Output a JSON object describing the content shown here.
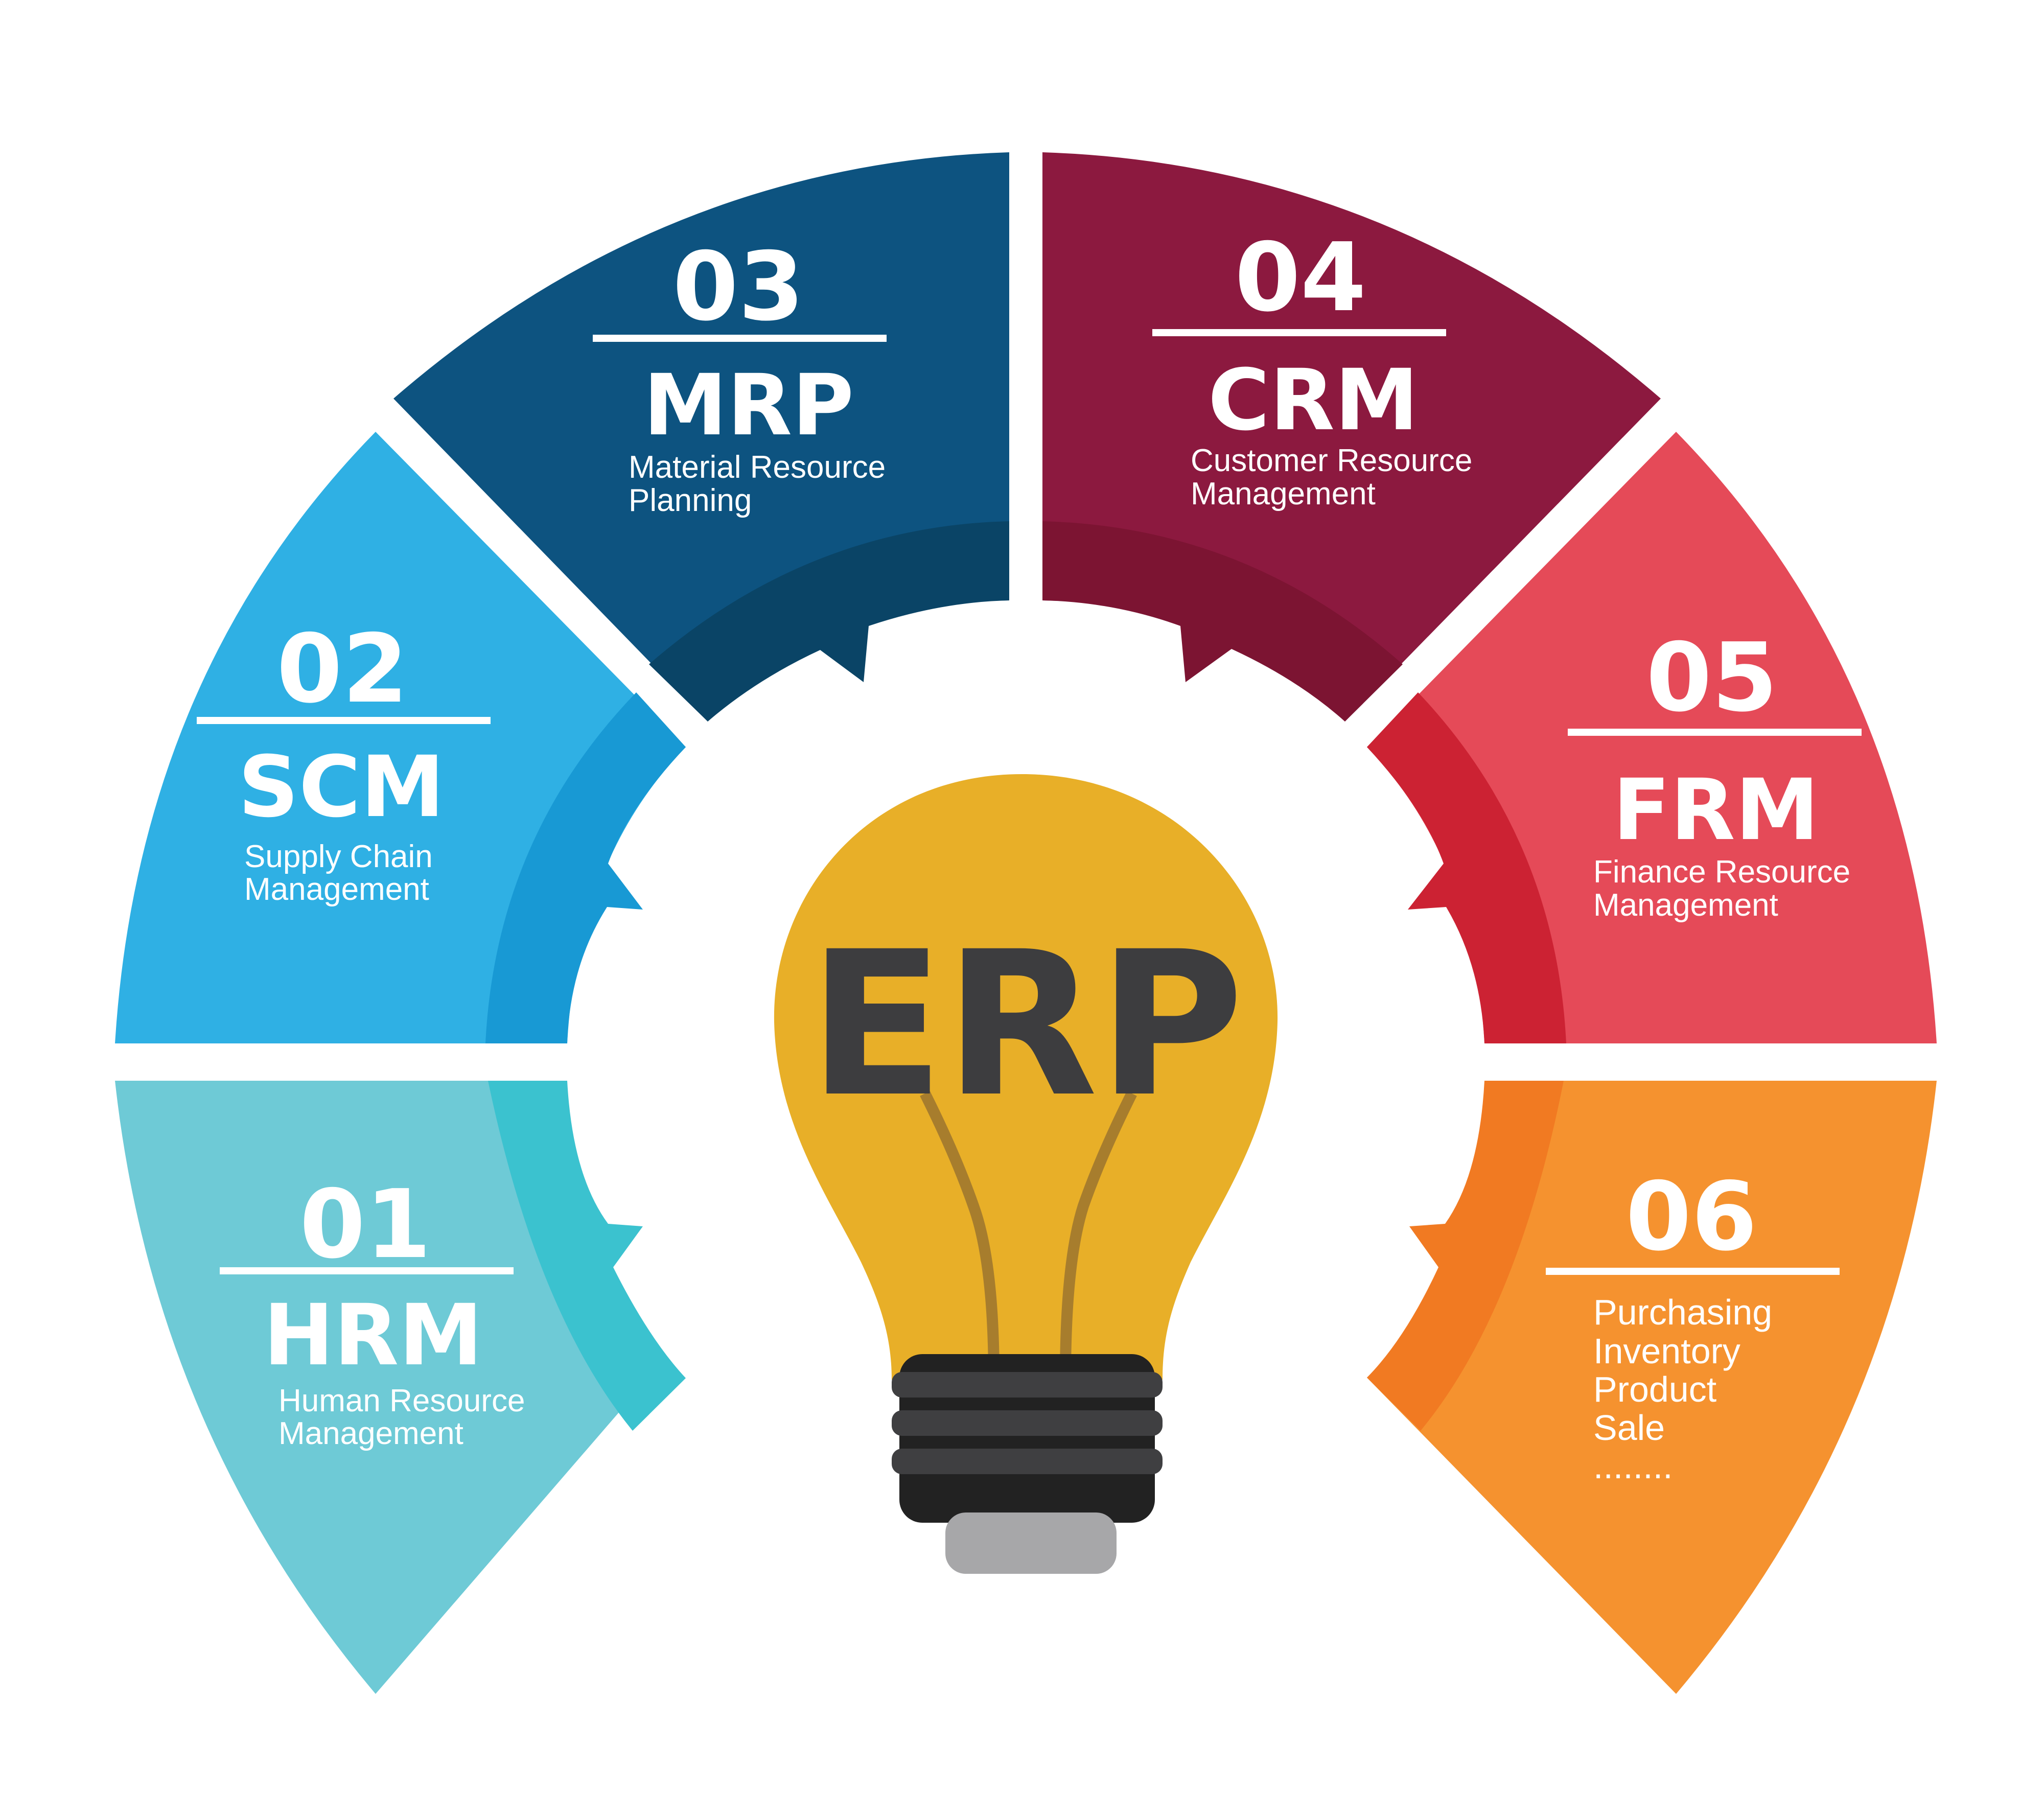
{
  "center": {
    "label": "ERP",
    "bulb_color": "#e8af28",
    "base_color": "#3f3f41",
    "tip_color": "#a7a7a9"
  },
  "segments": [
    {
      "number": "01",
      "abbr": "HRM",
      "lines": [
        "Human Resource",
        "Management"
      ],
      "color": "#6ecad6",
      "inner_color": "#3bc2cf"
    },
    {
      "number": "02",
      "abbr": "SCM",
      "lines": [
        "Supply Chain",
        "Management"
      ],
      "color": "#2fb0e4",
      "inner_color": "#1899d4"
    },
    {
      "number": "03",
      "abbr": "MRP",
      "lines": [
        "Material Resource",
        "Planning"
      ],
      "color": "#0d5380",
      "inner_color": "#0a4466"
    },
    {
      "number": "04",
      "abbr": "CRM",
      "lines": [
        "Customer Resource",
        "Management"
      ],
      "color": "#8c193f",
      "inner_color": "#7c1432"
    },
    {
      "number": "05",
      "abbr": "FRM",
      "lines": [
        "Finance Resource",
        "Management"
      ],
      "color": "#e54a58",
      "inner_color": "#cc2233"
    },
    {
      "number": "06",
      "abbr": "",
      "lines": [
        "Purchasing",
        "Inventory",
        "Product",
        "Sale",
        "........"
      ],
      "color": "#f5922f",
      "inner_color": "#f17a22"
    }
  ]
}
